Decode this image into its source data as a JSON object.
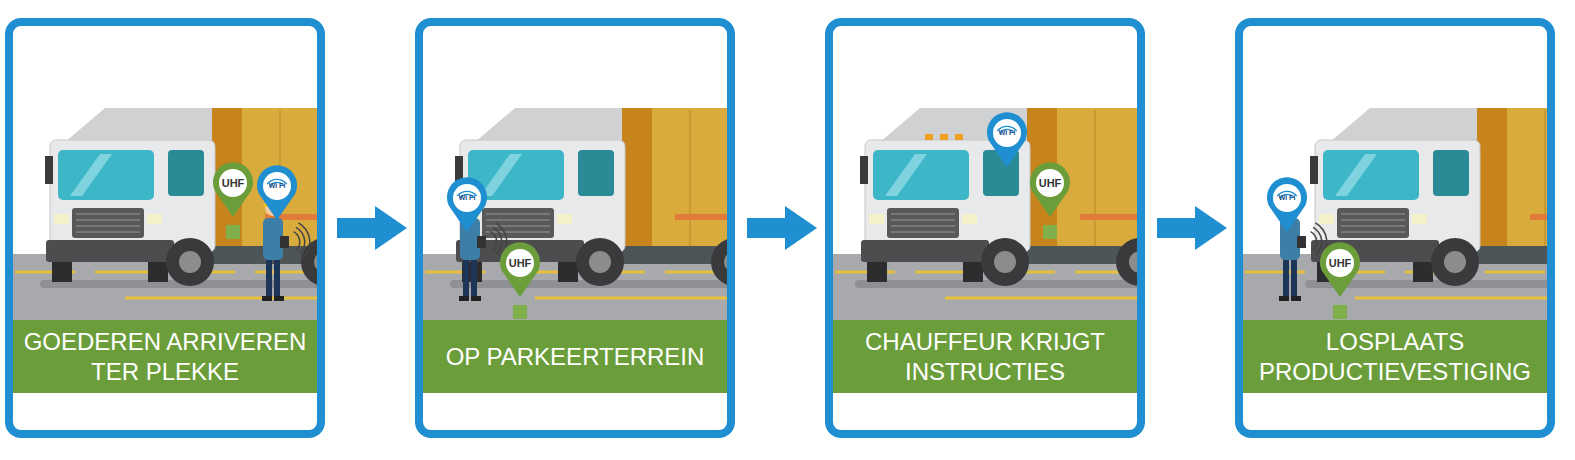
{
  "diagram": {
    "nodes": [
      {
        "text": [
          "GOEDEREN ARRIVEREN TER PLEKKE"
        ]
      },
      {
        "text": [
          "OP PARKEERTERREIN"
        ]
      },
      {
        "text": [
          "CHAUFFEUR KRIJGT INSTRUCTIES"
        ]
      },
      {
        "text": [
          "LOSPLAATS PRODUCTIEVESTIGING"
        ]
      }
    ],
    "edges": [
      {
        "from": 0,
        "to": 1,
        "arrow": "to"
      },
      {
        "from": 1,
        "to": 2,
        "arrow": "to"
      },
      {
        "from": 2,
        "to": 3,
        "arrow": "to"
      }
    ],
    "labels": [
      "UHF",
      "Wi Fi",
      "Wi Fi",
      "UHF",
      "Wi Fi",
      "UHF",
      "Wi Fi",
      "UHF"
    ]
  }
}
